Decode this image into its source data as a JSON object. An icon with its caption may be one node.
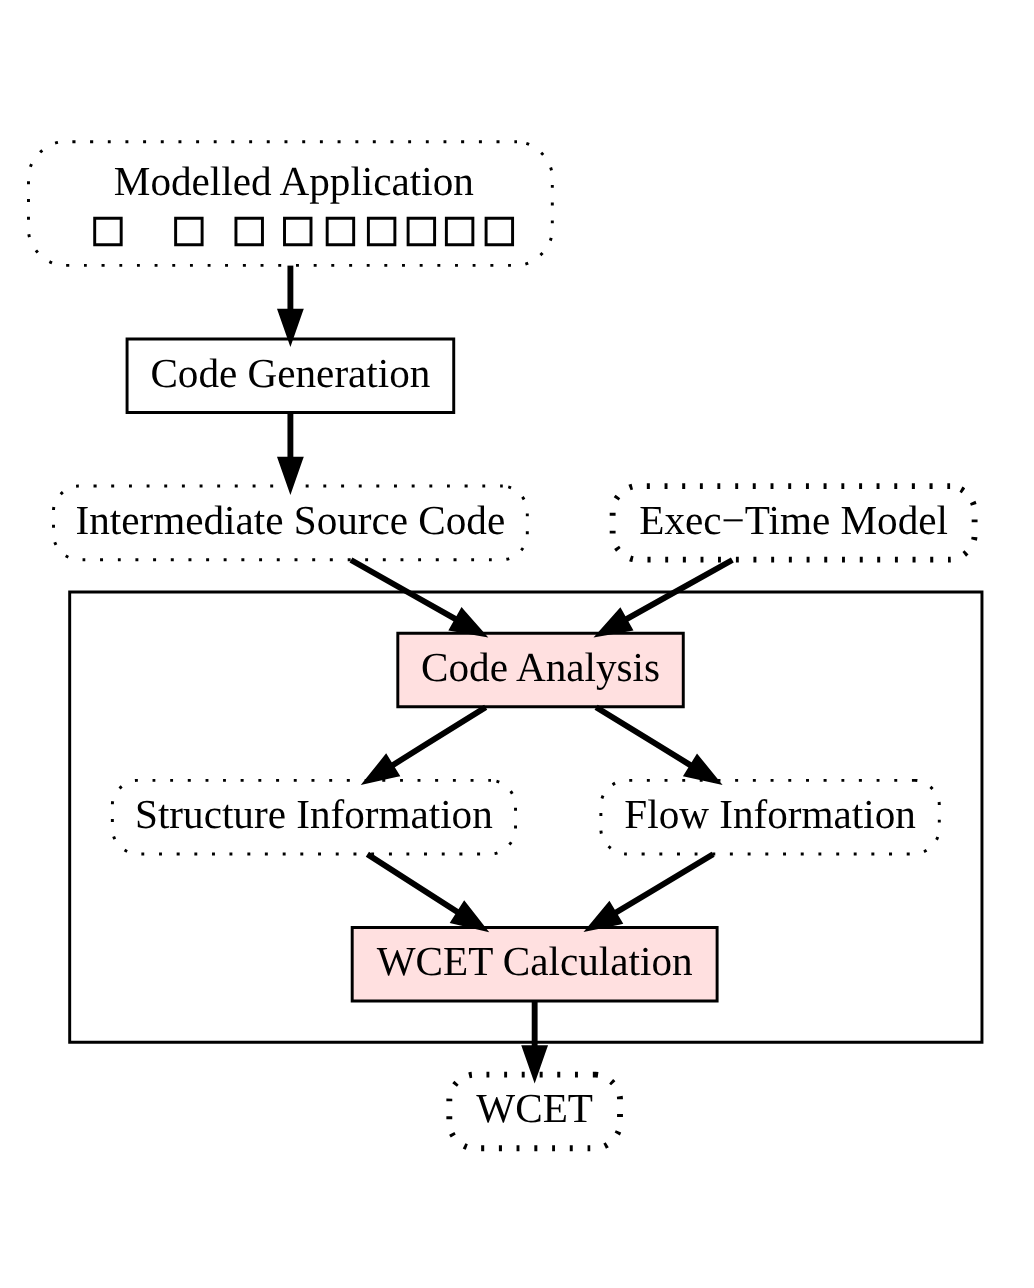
{
  "diagram": {
    "nodes": [
      {
        "text": [
          "Modelled Application"
        ]
      },
      {
        "text": [
          "Code Generation"
        ]
      },
      {
        "text": [
          "Exec−Time Model"
        ]
      },
      {
        "text": [
          "Intermediate Source Code"
        ]
      },
      {
        "text": [],
        "shape": "box"
      },
      {
        "text": [
          "Code Analysis"
        ],
        "in": 4
      },
      {
        "text": [
          "Structure Information"
        ],
        "in": 4
      },
      {
        "text": [
          "Flow Information"
        ],
        "in": 4
      },
      {
        "text": [
          "WCET Calculation"
        ],
        "in": 4
      },
      {
        "text": [
          "WCET"
        ]
      }
    ],
    "edges": [
      {
        "from": 0,
        "to": 1,
        "arrow": "to"
      },
      {
        "from": 1,
        "to": 3,
        "arrow": "to"
      },
      {
        "from": 2,
        "to": 5,
        "arrow": "to"
      },
      {
        "from": 3,
        "to": 5,
        "arrow": "to"
      },
      {
        "from": 5,
        "to": 6,
        "arrow": "to"
      },
      {
        "from": 5,
        "to": 7,
        "arrow": "to"
      },
      {
        "from": 6,
        "to": 8,
        "arrow": "to"
      },
      {
        "from": 7,
        "to": 8,
        "arrow": "to"
      },
      {
        "from": 8,
        "to": 9,
        "arrow": "to"
      }
    ]
  }
}
